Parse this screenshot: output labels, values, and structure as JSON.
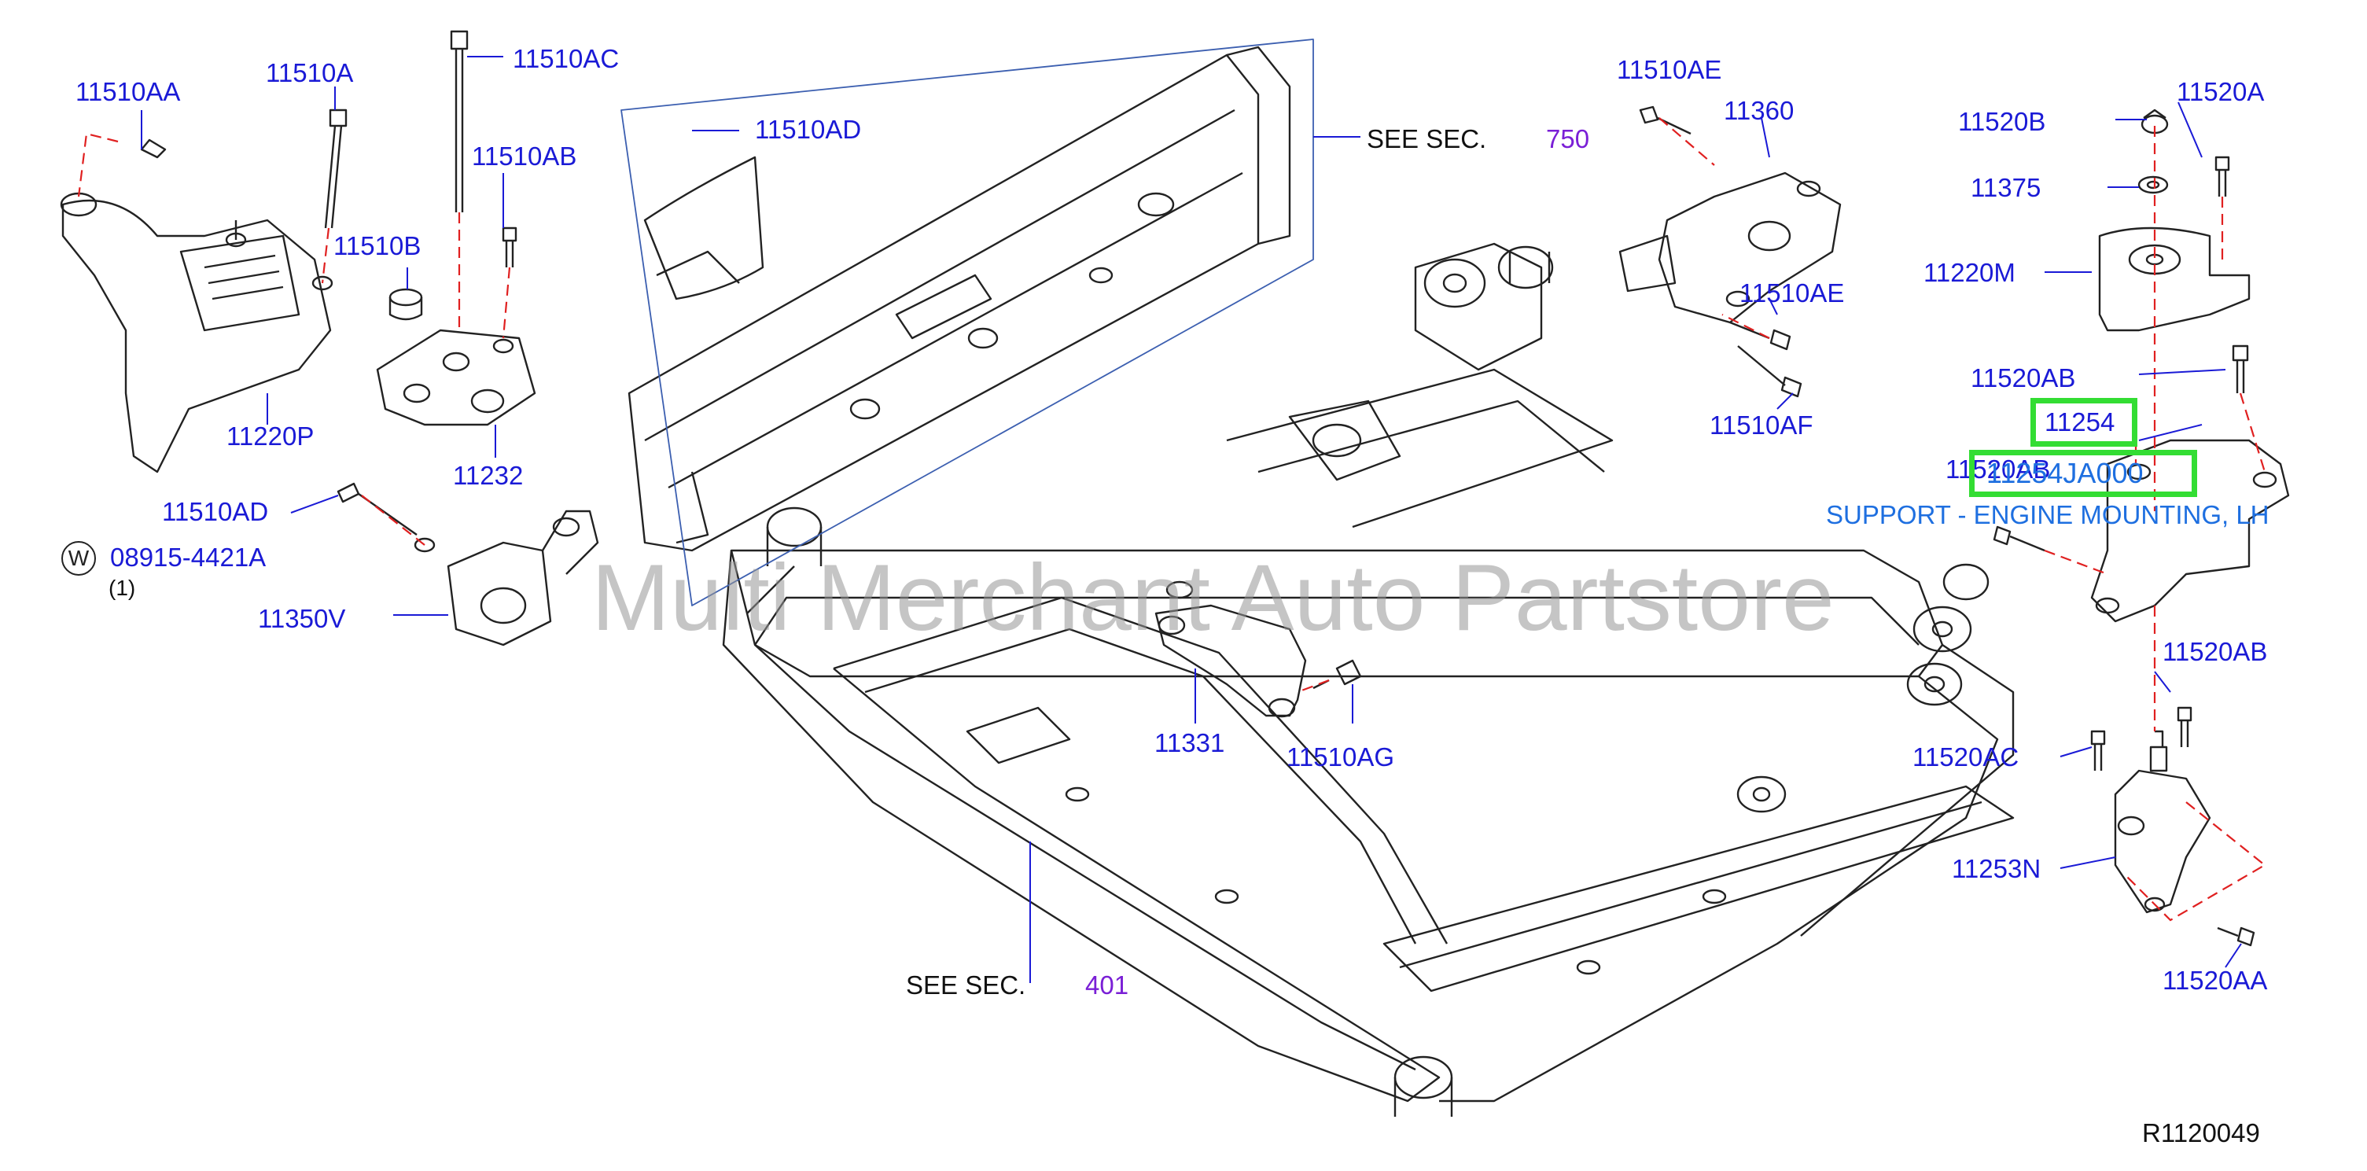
{
  "diagram_code": "R1120049",
  "watermark": "Multi Merchant Auto Partstore",
  "washer_symbol": "W",
  "labels": {
    "p11510AA": "11510AA",
    "p11510A": "11510A",
    "p11510AC": "11510AC",
    "p11510AB": "11510AB",
    "p11510B": "11510B",
    "p11220P": "11220P",
    "p11232": "11232",
    "p11510AD_left": "11510AD",
    "p08915": "08915-4421A",
    "qty_08915": "(1)",
    "p11350V": "11350V",
    "p11510AD_top": "11510AD",
    "see_sec_top": "SEE   SEC.",
    "sec_750": "750",
    "p11510AE_top": "11510AE",
    "p11360": "11360",
    "p11510AE_mid": "11510AE",
    "p11510AF": "11510AF",
    "p11331": "11331",
    "p11510AG": "11510AG",
    "see_sec_bottom": "SEE   SEC.",
    "sec_401": "401",
    "p11520B": "11520B",
    "p11520A": "11520A",
    "p11375": "11375",
    "p11220M": "11220M",
    "p11520AB_top": "11520AB",
    "p11254": "11254",
    "p11520AB_mid": "11520AB",
    "p11520AB_low": "11520AB",
    "p11520AC": "11520AC",
    "p11253N": "11253N",
    "p11520AA": "11520AA"
  },
  "highlight": {
    "part_number": "11254JA000",
    "description": "SUPPORT - ENGINE MOUNTING, LH"
  },
  "colors": {
    "label": "#1a1ad6",
    "section_number": "#7a1fd6",
    "highlight_box": "#33dd33",
    "tooltip_text": "#1e6fe0",
    "leader_line": "#1a1ad6",
    "dashed_line": "#e02020"
  }
}
